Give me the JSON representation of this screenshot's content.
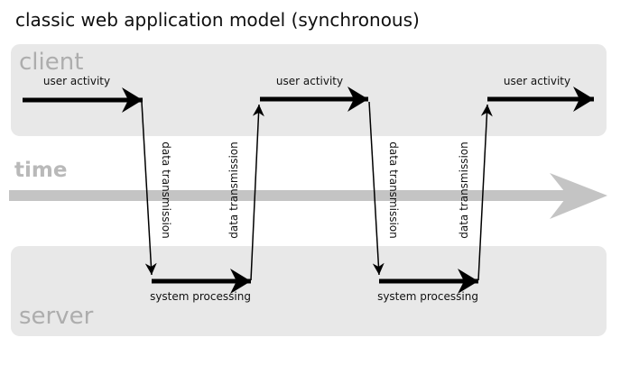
{
  "title": "classic web application model (synchronous)",
  "bands": {
    "client": "client",
    "time": "time",
    "server": "server"
  },
  "labels": {
    "user_activity": [
      "user activity",
      "user activity",
      "user activity"
    ],
    "system_processing": [
      "system processing",
      "system processing"
    ],
    "data_transmission": [
      "data transmission",
      "data transmission",
      "data transmission",
      "data transmission"
    ]
  },
  "colors": {
    "band_background": "#e8e8e8",
    "band_label": "#adadad",
    "time_label": "#b9b9b9",
    "time_arrow": "#c4c4c4",
    "diagram_black": "#000000"
  }
}
